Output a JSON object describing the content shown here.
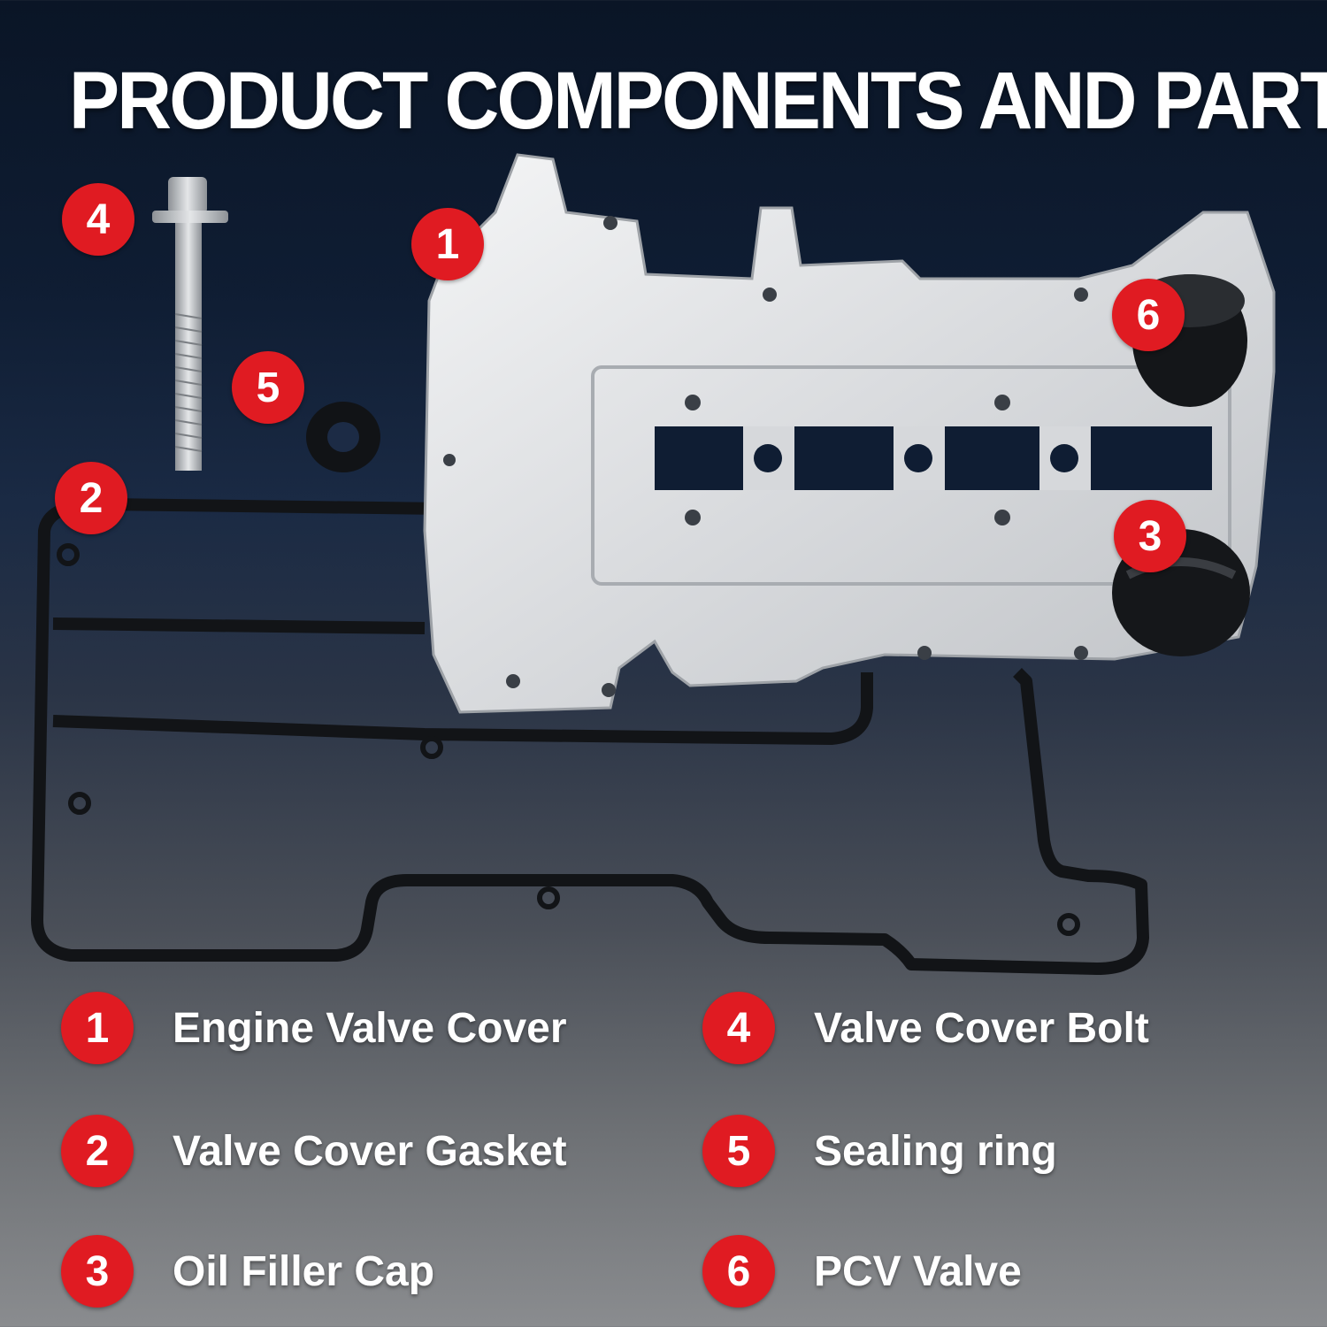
{
  "title": "PRODUCT COMPONENTS AND PARTS",
  "markers": {
    "cover": "1",
    "gasket": "2",
    "filler_cap": "3",
    "bolt": "4",
    "sealing_ring": "5",
    "pcv_valve": "6"
  },
  "legend": [
    {
      "number": "1",
      "label": "Engine Valve Cover"
    },
    {
      "number": "2",
      "label": "Valve Cover Gasket"
    },
    {
      "number": "3",
      "label": "Oil Filler Cap"
    },
    {
      "number": "4",
      "label": "Valve Cover Bolt"
    },
    {
      "number": "5",
      "label": "Sealing ring"
    },
    {
      "number": "6",
      "label": "PCV Valve"
    }
  ],
  "colors": {
    "badge": "#e01b22",
    "badge_text": "#ffffff",
    "text": "#ffffff",
    "background_top": "#0a1526",
    "background_bottom": "#8a8c8f"
  }
}
